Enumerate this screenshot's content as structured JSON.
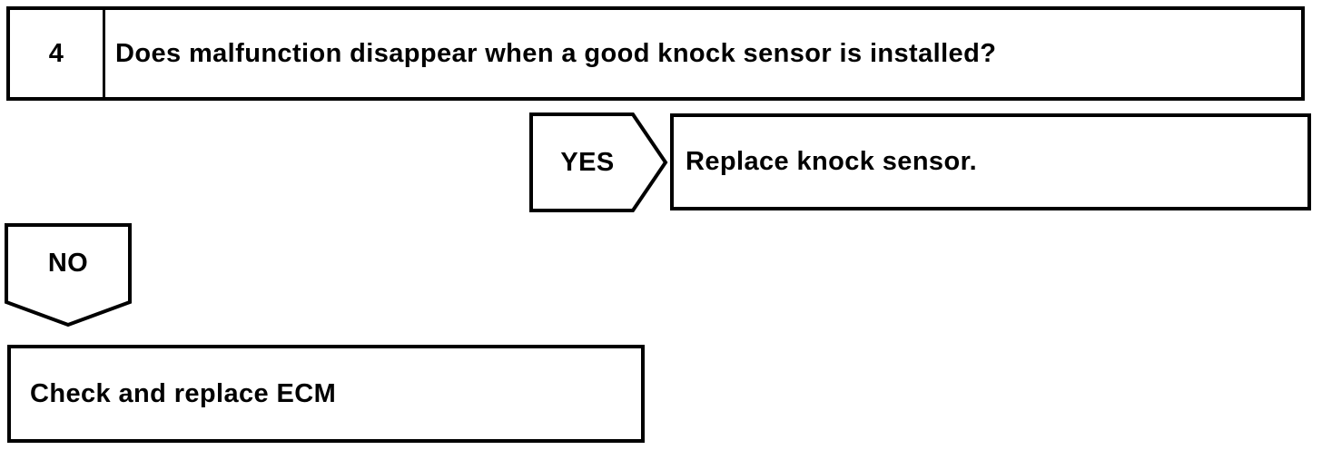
{
  "flowchart": {
    "step": {
      "number": "4",
      "question": "Does malfunction disappear when a good knock sensor is installed?"
    },
    "yes_branch": {
      "label": "YES",
      "action": "Replace knock sensor."
    },
    "no_branch": {
      "label": "NO",
      "action": "Check and replace ECM"
    }
  },
  "colors": {
    "line": "#000000",
    "bg": "#ffffff",
    "text": "#000000"
  }
}
